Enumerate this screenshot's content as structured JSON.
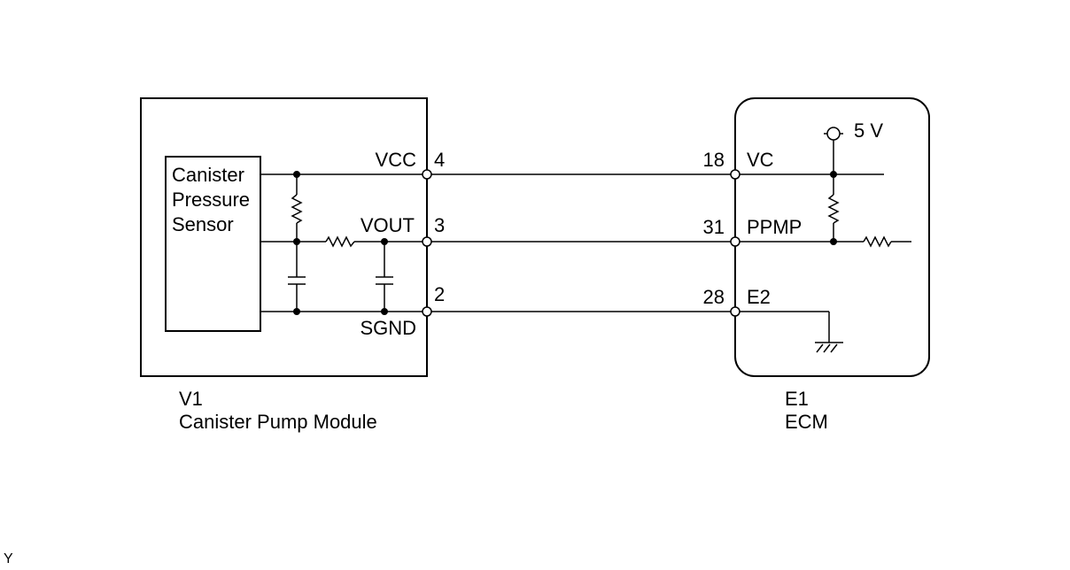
{
  "module_v1": {
    "code": "V1",
    "name": "Canister Pump Module",
    "sensor_lines": [
      "Canister",
      "Pressure",
      "Sensor"
    ],
    "pins": [
      {
        "signal": "VCC",
        "number": "4"
      },
      {
        "signal": "VOUT",
        "number": "3"
      },
      {
        "signal": "SGND",
        "number": "2"
      }
    ]
  },
  "module_e1": {
    "code": "E1",
    "name": "ECM",
    "supply": "5 V",
    "pins": [
      {
        "number": "18",
        "signal": "VC"
      },
      {
        "number": "31",
        "signal": "PPMP"
      },
      {
        "number": "28",
        "signal": "E2"
      }
    ]
  },
  "footer": {
    "code": "Y"
  }
}
